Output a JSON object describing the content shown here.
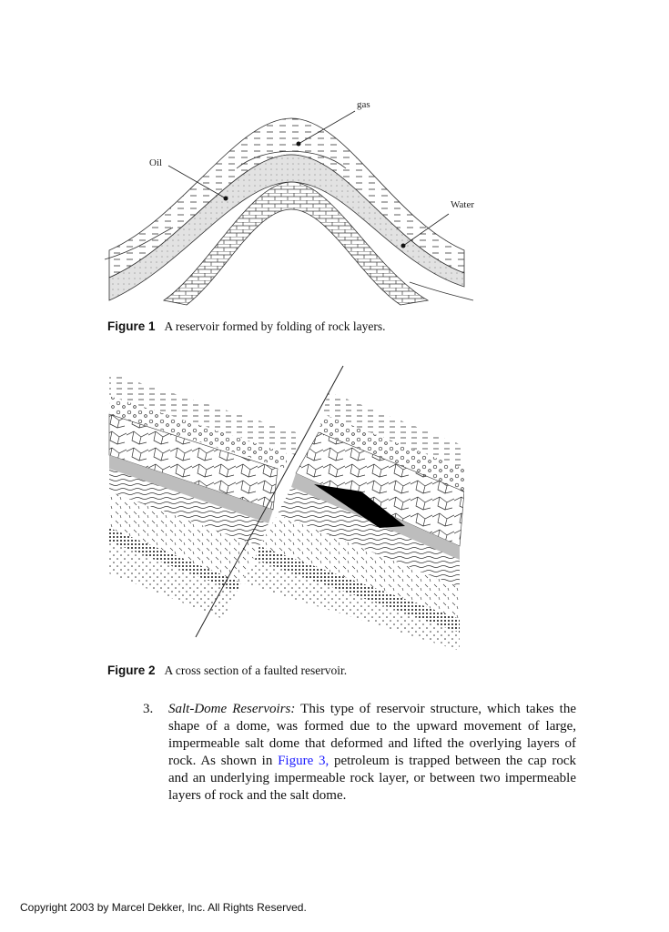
{
  "figure1": {
    "label": "Figure 1",
    "caption": "A reservoir formed by folding of rock layers.",
    "annotations": {
      "gas": "gas",
      "oil": "Oil",
      "water": "Water"
    }
  },
  "figure2": {
    "label": "Figure 2",
    "caption": "A cross section of a faulted reservoir."
  },
  "list_item": {
    "number": "3.",
    "term": "Salt-Dome Reservoirs:",
    "text_before_link": " This type of reservoir structure, which takes the shape of a dome, was formed due to the upward movement of large, impermeable salt dome that deformed and lifted the overlying layers of rock. As shown in ",
    "link": "Figure 3,",
    "text_after_link": " petroleum is trapped between the cap rock and an underlying impermeable rock layer, or between two impermeable layers of rock and the salt dome."
  },
  "footer": {
    "copyright": "Copyright 2003 by Marcel Dekker, Inc. All Rights Reserved."
  },
  "colors": {
    "link": "#1a1aff",
    "oil_shading": "#d8d8d8",
    "trap": "#000000"
  }
}
